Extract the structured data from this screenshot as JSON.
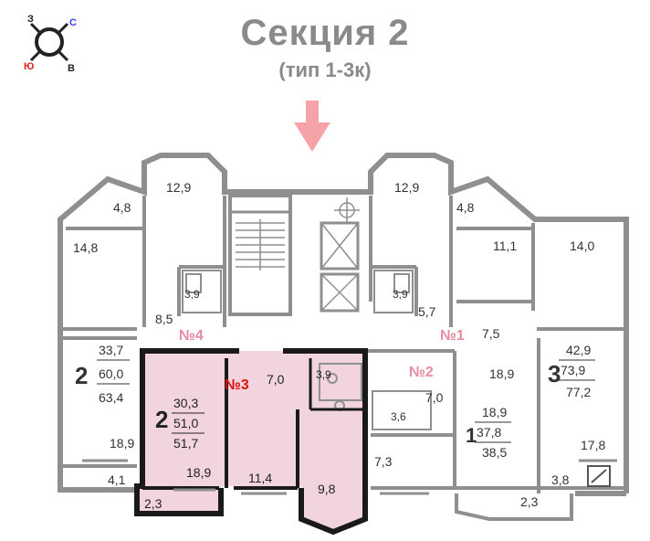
{
  "header": {
    "title": "Секция 2",
    "subtitle": "(тип 1-3к)"
  },
  "compass": {
    "letters": [
      "З",
      "С",
      "Ю",
      "В"
    ],
    "colors": {
      "north": "#3a3aff",
      "south": "#e02020",
      "other": "#222222"
    }
  },
  "colors": {
    "wall": "#8f8f8f",
    "wall_dark": "#1a1a1a",
    "highlight": "#f2d4df",
    "flat_label": "#e88aa0",
    "flat_label_active": "#e01010",
    "arrow": "#f5a3a8",
    "text": "#333333"
  },
  "flat_labels": {
    "n4": "№4",
    "n3": "№3",
    "n2": "№2",
    "n1": "№1"
  },
  "flat4": {
    "rooms": "2",
    "area_living": "33,7",
    "area_total": "60,0",
    "area_full": "63,4",
    "kitchen": "14,8",
    "corridor": "8,5",
    "bath": "3,9",
    "balcony_area": "4,8",
    "room2": "12,9",
    "room3": "18,9",
    "loggia": "4,1"
  },
  "flat3": {
    "rooms": "2",
    "area_living": "30,3",
    "area_total": "51,0",
    "area_full": "51,7",
    "room1": "18,9",
    "hall": "7,0",
    "bath": "3,9",
    "room2": "11,4",
    "kitchen": "9,8",
    "loggia": "2,3"
  },
  "flat2": {
    "rooms": "1",
    "area_living": "18,9",
    "area_total": "37,8",
    "area_full": "38,5",
    "room1": "18,9",
    "hall": "7,0",
    "bath": "3,6",
    "kitchen": "7,3",
    "loggia": "2,3"
  },
  "flat1": {
    "rooms": "3",
    "area_living": "42,9",
    "area_total": "73,9",
    "area_full": "77,2",
    "room1": "12,9",
    "balcony": "4,8",
    "room2": "11,1",
    "room3": "14,0",
    "bath": "3,9",
    "corridor": "5,7",
    "hall": "7,5",
    "room4": "17,8",
    "loggia": "3,8"
  }
}
